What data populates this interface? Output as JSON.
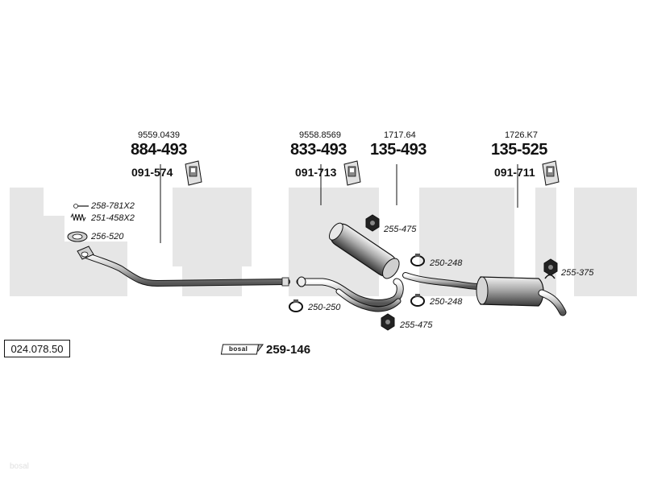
{
  "brand": {
    "watermark": "bosal",
    "badge_text": "bosal"
  },
  "reference": "024.078.50",
  "groups": [
    {
      "id": "front",
      "sub": "9559.0439",
      "main": "884-493",
      "bracket": "091-574"
    },
    {
      "id": "middle",
      "sub": "9558.8569",
      "main": "833-493",
      "bracket": "091-713"
    },
    {
      "id": "centre",
      "sub": "1717.64",
      "main": "135-493"
    },
    {
      "id": "rear",
      "sub": "1726.K7",
      "main": "135-525",
      "bracket": "091-711"
    }
  ],
  "fittings": {
    "spring_bolt": "258-781X2",
    "spring": "251-458X2",
    "gasket_front": "256-520",
    "nut_top": "255-475",
    "clamp_upper": "250-248",
    "clamp_lower": "250-248",
    "clamp_front": "250-250",
    "nut_bottom": "255-475",
    "nut_rear": "255-375"
  },
  "kit": {
    "label": "259-146"
  },
  "colors": {
    "line": "#111111",
    "watermark": "#e6e6e6",
    "metal_dark": "#555555",
    "metal_light": "#d9d9d9"
  }
}
